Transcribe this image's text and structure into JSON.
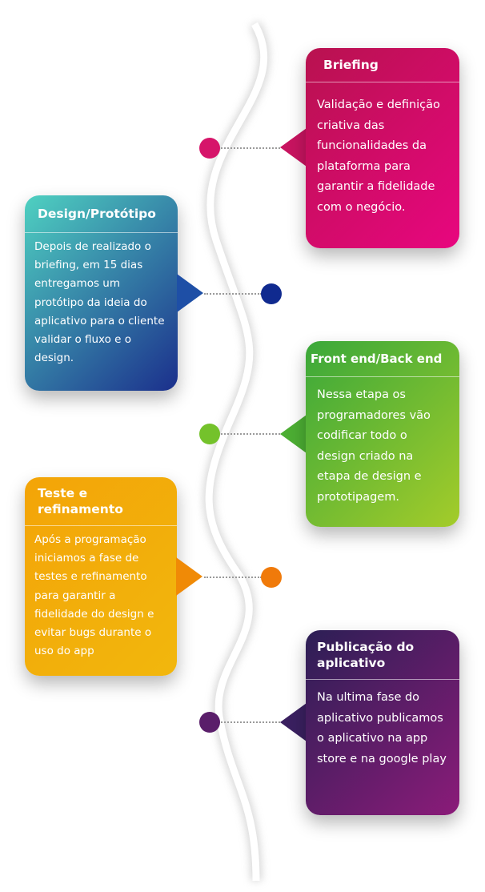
{
  "steps": [
    {
      "title": "Briefing",
      "body": "Validação e definição criativa das funcionalidades da plataforma para garantir a fidelidade com o negócio.",
      "color_from": "#b8124f",
      "color_to": "#e8067f"
    },
    {
      "title": "Design/Protótipo",
      "body": "Depois de realizado o briefing, em 15 dias entregamos um protótipo da ideia do aplicativo para o cliente validar o fluxo e o design.",
      "color_from": "#4fd1c1",
      "color_to": "#1b2f8c"
    },
    {
      "title": "Front end/Back end",
      "body": "Nessa etapa os programadores vão codificar todo o design criado  na etapa de design e prototipagem.",
      "color_from": "#3aa83a",
      "color_to": "#a4cc2a"
    },
    {
      "title": "Teste e refinamento",
      "body": "Após a programação iniciamos a fase de testes e refinamento para garantir a fidelidade do design e evitar bugs durante o uso do app",
      "color_from": "#f3a408",
      "color_to": "#f2b70d"
    },
    {
      "title": "Publicação do aplicativo",
      "body": "Na ultima fase do aplicativo publicamos o aplicativo na app store e na google play",
      "color_from": "#2c1f55",
      "color_to": "#8b1b79"
    }
  ],
  "dot_colors": [
    "#d6156a",
    "#102a8f",
    "#74c22b",
    "#f07a0a",
    "#5a1e6a"
  ]
}
